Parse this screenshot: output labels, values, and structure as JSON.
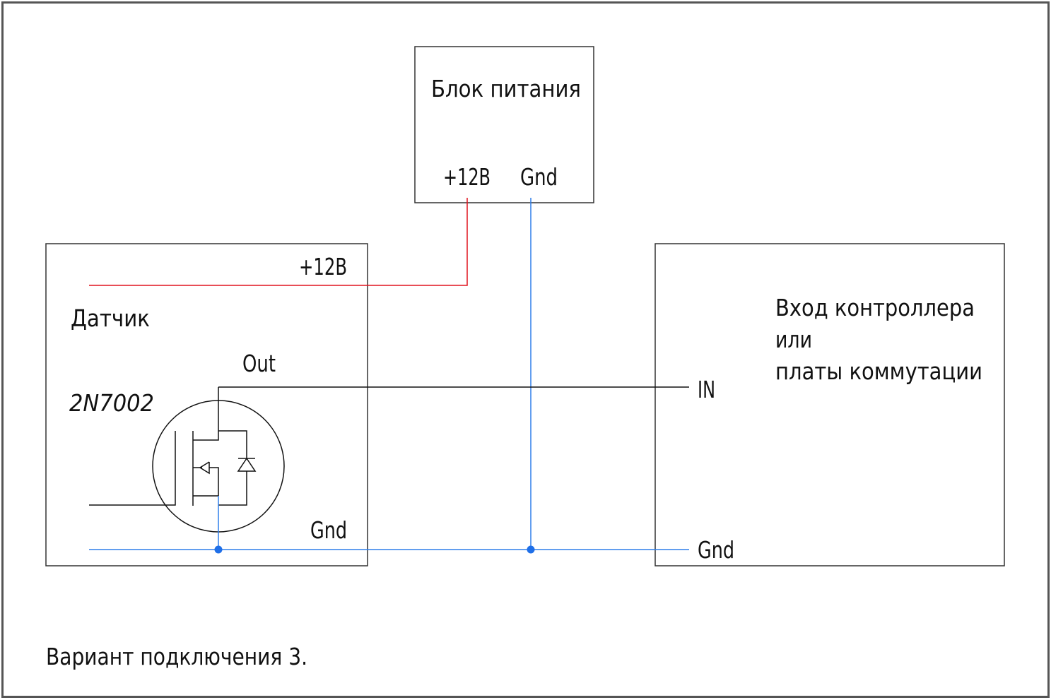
{
  "diagram": {
    "title": "Вариант подключения 3.",
    "colors": {
      "frame": "#555555",
      "wire_black": "#111111",
      "wire_power": "#e0141e",
      "wire_gnd": "#2f7fea",
      "junction": "#1f6fe8"
    },
    "power_supply": {
      "label": "Блок питания",
      "pin_plus": "+12В",
      "pin_gnd": "Gnd"
    },
    "sensor": {
      "label": "Датчик",
      "transistor": "2N7002",
      "pin_plus": "+12В",
      "pin_out": "Out",
      "pin_gnd": "Gnd"
    },
    "controller": {
      "label_line1": "Вход контроллера",
      "label_line2": "или",
      "label_line3": "платы коммутации",
      "pin_in": "IN",
      "pin_gnd": "Gnd"
    },
    "connections": [
      {
        "from": "power_supply.+12В",
        "to": "sensor.+12В",
        "color": "red"
      },
      {
        "from": "power_supply.Gnd",
        "to": "gnd_bus",
        "color": "blue"
      },
      {
        "from": "sensor.Out",
        "to": "controller.IN",
        "color": "black"
      },
      {
        "from": "sensor.Gnd",
        "to": "controller.Gnd",
        "color": "blue"
      }
    ]
  }
}
